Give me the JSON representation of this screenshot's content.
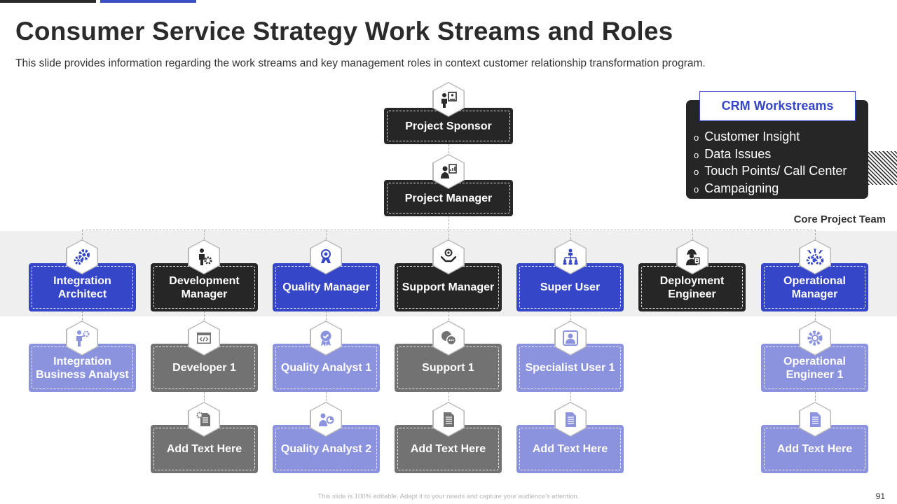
{
  "slide": {
    "title": "Consumer Service Strategy Work Streams and Roles",
    "subtitle": "This slide provides information regarding the work streams and key management roles in context customer relationship transformation program.",
    "footer": "This slide is 100% editable. Adapt it to your needs and capture your audience's attention.",
    "page_number": "91"
  },
  "crm": {
    "heading": "CRM Workstreams",
    "bullet": "o",
    "items": [
      "Customer Insight",
      "Data Issues",
      "Touch Points/ Call Center",
      "Campaigning"
    ]
  },
  "core_team_label": "Core Project Team",
  "org": {
    "sponsor": "Project Sponsor",
    "manager": "Project Manager",
    "core": [
      "Integration Architect",
      "Development Manager",
      "Quality Manager",
      "Support Manager",
      "Super User",
      "Deployment Engineer",
      "Operational Manager"
    ],
    "level2": [
      "Integration Business Analyst",
      "Developer 1",
      "Quality Analyst 1",
      "Support 1",
      "Specialist User 1",
      "Operational Engineer 1"
    ],
    "level3": [
      "Add Text Here",
      "Quality Analyst 2",
      "Add Text Here",
      "Add Text Here",
      "Add Text Here"
    ]
  },
  "colors": {
    "dark": "#262626",
    "blue": "#3646c8",
    "grey": "#727272",
    "light_blue": "#8b93de",
    "icon_blue": "#3646c8",
    "icon_dark": "#2a2a2a"
  },
  "icons": {
    "sponsor": "presenter-icon",
    "manager": "manager-chart-icon",
    "core": [
      "gears-icon",
      "person-gear-icon",
      "quality-medal-icon",
      "hands-support-icon",
      "team-hierarchy-icon",
      "engineer-icon",
      "gears-arrows-icon"
    ],
    "level2": [
      "analyst-icon",
      "code-window-icon",
      "check-badge-icon",
      "chat-bubbles-icon",
      "user-profile-icon",
      "gear-cog-icon"
    ],
    "level3": [
      "document-gear-icon",
      "analyst-chart-icon",
      "document-icon",
      "document-icon",
      "document-icon"
    ]
  }
}
